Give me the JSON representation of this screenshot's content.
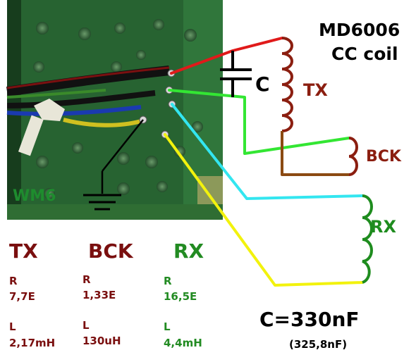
{
  "title": {
    "line1": "MD6006",
    "line2": "CC coil"
  },
  "photo_label": "WM6",
  "capacitor_label": "C",
  "coil_labels": {
    "tx": "TX",
    "bck": "BCK",
    "rx": "RX"
  },
  "measurements": {
    "tx": {
      "name": "TX",
      "r_label": "R",
      "r_value": "7,7E",
      "l_label": "L",
      "l_value": "2,17mH"
    },
    "bck": {
      "name": "BCK",
      "r_label": "R",
      "r_value": "1,33E",
      "l_label": "L",
      "l_value": "130uH"
    },
    "rx": {
      "name": "RX",
      "r_label": "R",
      "r_value": "16,5E",
      "l_label": "L",
      "l_value": "4,4mH"
    }
  },
  "capacitance": {
    "value": "C=330nF",
    "measured": "(325,8nF)"
  },
  "colors": {
    "tx_text": "#7a0f0f",
    "rx_text": "#228b22",
    "wire_red": "#e01a1a",
    "wire_green": "#33e633",
    "wire_brown": "#8b4a12",
    "wire_cyan": "#33e6f0",
    "wire_yellow": "#f2f20d",
    "rx_coil": "#1e8c1e",
    "pcb": "#2e7a3a"
  }
}
